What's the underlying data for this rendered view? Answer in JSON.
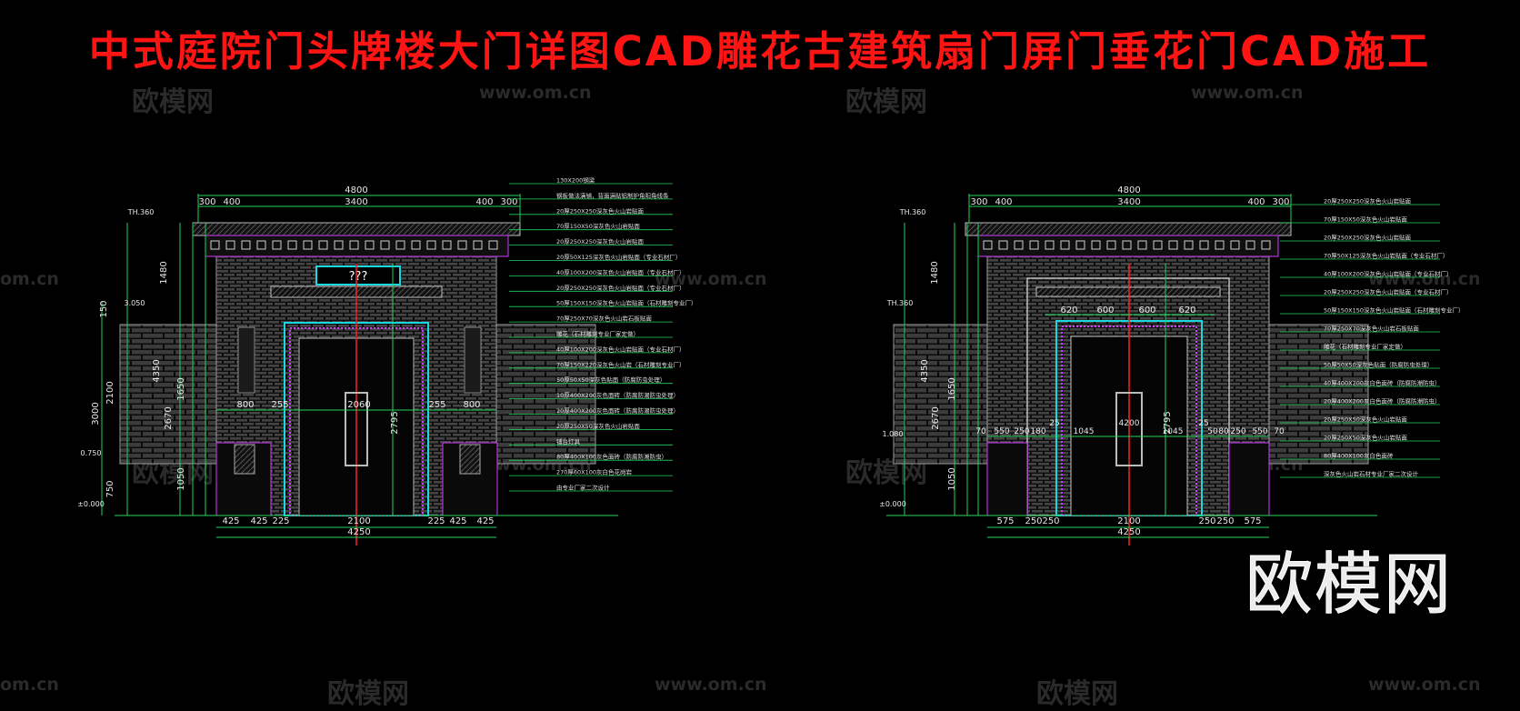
{
  "title": "中式庭院门头牌楼大门详图CAD雕花古建筑扇门屏门垂花门CAD施工",
  "watermarks": {
    "brand": "欧模网",
    "url": "www.om.cn",
    "url_cut": "om.cn",
    "brand_cut": "欧模网"
  },
  "logo": "欧模网",
  "colors": {
    "background": "#000000",
    "title": "#ff1414",
    "dim_line": "#22d35a",
    "outline": "#a0a0a0",
    "trim_magenta": "#d23cff",
    "trim_cyan": "#18d8e0",
    "center_red": "#ff2020",
    "brick": "#3a3a3a"
  },
  "elevation_left": {
    "overall_width": "4800",
    "upper_dims": [
      "300",
      "400",
      "3400",
      "400",
      "300"
    ],
    "bottom_dims": [
      "425",
      "425",
      "225",
      "2100",
      "225",
      "425",
      "425"
    ],
    "bottom_total": "4250",
    "mid_dims": [
      "800",
      "255",
      "2060",
      "255",
      "800"
    ],
    "door_height": "2795",
    "plaque": "???",
    "levels": [
      "TH.360",
      "3.050",
      "0.750",
      "±0.000"
    ],
    "left_vertical": [
      "150",
      "2100",
      "3000",
      "750"
    ],
    "height_dims": [
      "1480",
      "4350",
      "2670",
      "1650",
      "1050"
    ],
    "notes": [
      "130X200钢梁",
      "钢板做法满铺，背面满贴铝制护角阳角线条",
      "20厚250X250深灰色火山岩贴面",
      "70厚150X50深灰色火山岩贴面",
      "20厚250X250深灰色火山岩贴面",
      "20厚50X125深灰色火山岩贴面（专业石材厂）",
      "40厚100X200深灰色火山岩贴面（专业石材厂）",
      "20厚250X250深灰色火山岩贴面（专业石材厂）",
      "50厚150X150深灰色火山岩贴面（石材雕刻专业厂）",
      "70厚250X70深灰色火山岩石板贴面",
      "雕花（石材雕刻专业厂家定做）",
      "40厚100X200深灰色火山岩贴面（专业石材厂）",
      "70厚150X220深灰色火山岩（石材雕刻专业厂）",
      "50厚50X50深灰色贴面（防腐防虫处理）",
      "10厚400X200灰色面砖（防腐防潮防虫处理）",
      "20厚400X200灰色面砖（防腐防潮防虫处理）",
      "20厚250X50深灰色火山岩贴面",
      "铺台灯具",
      "80厚400X100灰色面砖（防腐防潮防虫）",
      "270厚60X100灰白色花岗岩",
      "由专业厂家二次设计"
    ]
  },
  "elevation_right": {
    "overall_width": "4800",
    "upper_dims": [
      "300",
      "400",
      "3400",
      "400",
      "300"
    ],
    "inner_dims": [
      "620",
      "600",
      "600",
      "620"
    ],
    "mid_dims": [
      "70",
      "550",
      "250",
      "180",
      "25",
      "1045",
      "4200",
      "1045",
      "25",
      "50",
      "80",
      "250",
      "550",
      "70"
    ],
    "bottom_dims": [
      "575",
      "250",
      "250",
      "2100",
      "250",
      "250",
      "575"
    ],
    "bottom_total": "4250",
    "door_height": "2795",
    "levels": [
      "TH.360",
      "TH.360",
      "1.080",
      "±0.000"
    ],
    "height_dims": [
      "1480",
      "4350",
      "2670",
      "1650",
      "1050"
    ],
    "notes": [
      "20厚250X250深灰色火山岩贴面",
      "70厚150X50深灰色火山岩贴面",
      "20厚250X250深灰色火山岩贴面",
      "70厚50X125深灰色火山岩贴面（专业石材厂）",
      "40厚100X200深灰色火山岩贴面（专业石材厂）",
      "20厚250X250深灰色火山岩贴面（专业石材厂）",
      "50厚150X150深灰色火山岩贴面（石材雕刻专业厂）",
      "70厚250X70深灰色火山岩石板贴面",
      "雕花（石材雕刻专业厂家定做）",
      "50厚50X50深灰色贴面（防腐防虫处理）",
      "40厚400X200灰白色面砖（防腐防潮防虫）",
      "20厚400X200灰白色面砖（防腐防潮防虫）",
      "20厚250X50深灰色火山岩贴面",
      "20厚250X50深灰色火山岩贴面",
      "80厚400X100灰白色面砖",
      "深灰色火山岩石材专业厂家二次设计"
    ]
  }
}
